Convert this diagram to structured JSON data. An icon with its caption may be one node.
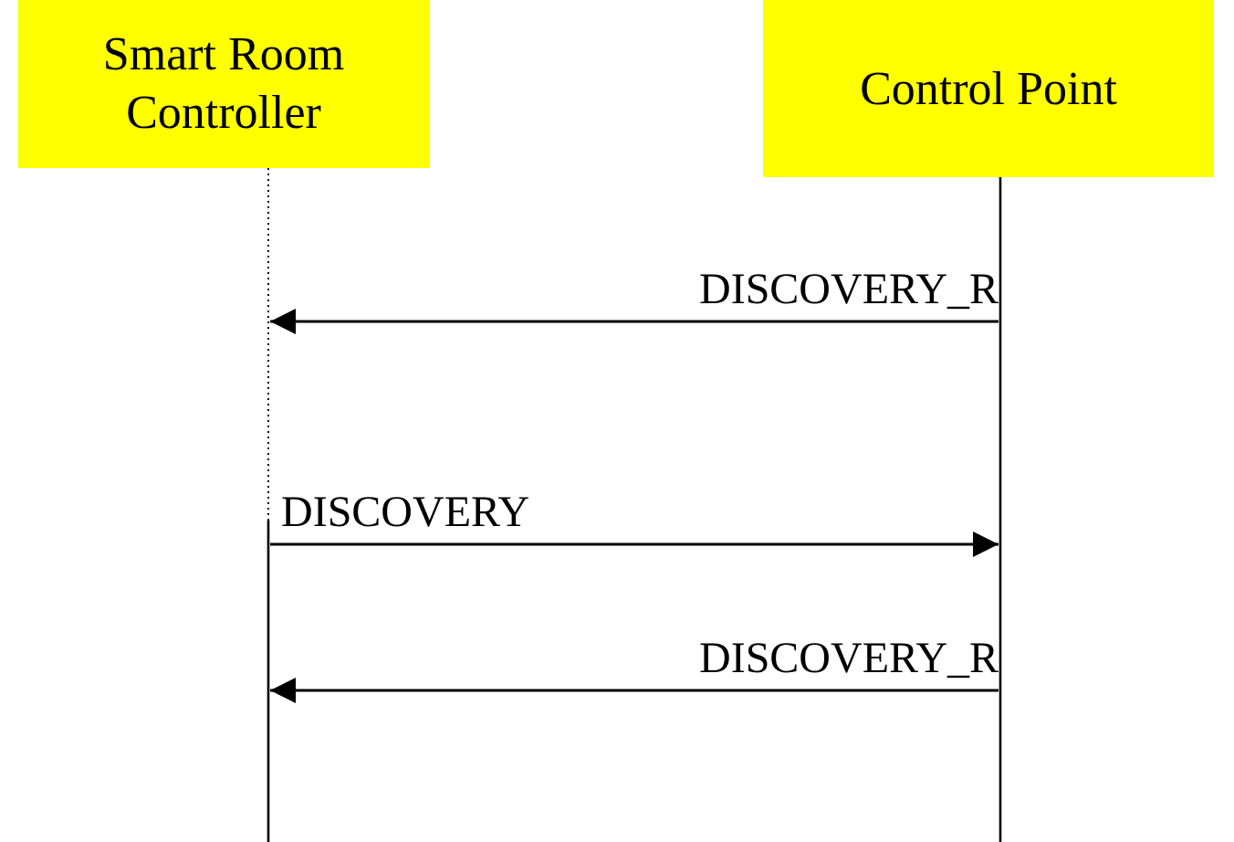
{
  "diagram": {
    "nodes": [
      {
        "text": [
          "Smart Room Controller"
        ]
      },
      {
        "text": [
          "Control Point"
        ]
      },
      {
        "text": [],
        "shape": "line"
      },
      {
        "text": [],
        "shape": "line"
      }
    ],
    "edges": [
      {
        "from": 3,
        "to": 2,
        "arrow": "to",
        "label": "DISCOVERY_R"
      },
      {
        "from": 2,
        "to": 3,
        "arrow": "to",
        "label": "DISCOVERY"
      },
      {
        "from": 3,
        "to": 2,
        "arrow": "to",
        "label": "DISCOVERY_R"
      }
    ]
  }
}
